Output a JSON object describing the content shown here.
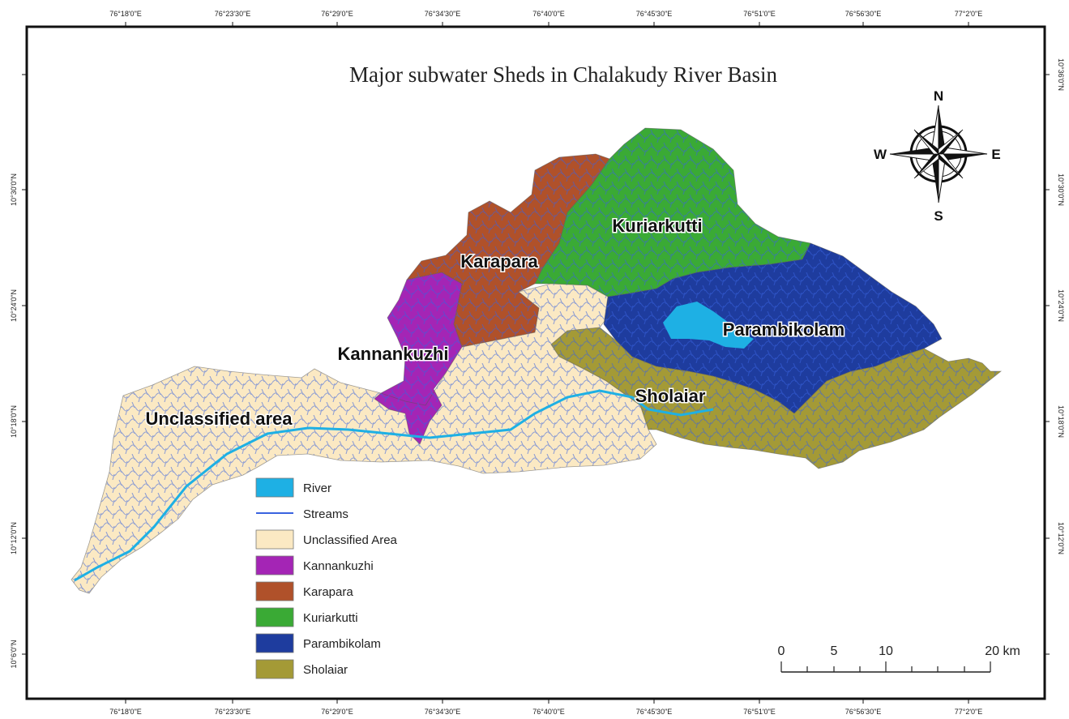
{
  "map": {
    "title": "Major subwater Sheds in Chalakudy River Basin",
    "lon_ticks": [
      "76°18'0\"E",
      "76°23'30\"E",
      "76°29'0\"E",
      "76°34'30\"E",
      "76°40'0\"E",
      "76°45'30\"E",
      "76°51'0\"E",
      "76°56'30\"E",
      "77°2'0\"E"
    ],
    "lat_ticks": [
      "10°36'0\"N",
      "10°30'0\"N",
      "10°24'0\"N",
      "10°18'0\"N",
      "10°12'0\"N",
      "10°6'0\"N"
    ],
    "region_labels": {
      "unclassified": "Unclassified area",
      "kannankuzhi": "Kannankuzhi",
      "karapara": "Karapara",
      "kuriarkutti": "Kuriarkutti",
      "parambikolam": "Parambikolam",
      "sholaiar": "Sholaiar"
    },
    "colors": {
      "unclassified": "#fbe9c3",
      "kannankuzhi": "#a425b5",
      "karapara": "#b0512a",
      "kuriarkutti": "#3aaa35",
      "parambikolam": "#1e3c9e",
      "sholaiar": "#a49a36",
      "river": "#1eb0e4",
      "streams": "#3a63e0"
    }
  },
  "compass": {
    "n": "N",
    "s": "S",
    "e": "E",
    "w": "W"
  },
  "legend": {
    "items": [
      {
        "key": "river",
        "label": "River",
        "icon": "rect-swatch"
      },
      {
        "key": "streams",
        "label": "Streams",
        "icon": "line-swatch"
      },
      {
        "key": "unclassified",
        "label": "Unclassified Area",
        "icon": "rect-swatch"
      },
      {
        "key": "kannankuzhi",
        "label": "Kannankuzhi",
        "icon": "rect-swatch"
      },
      {
        "key": "karapara",
        "label": "Karapara",
        "icon": "rect-swatch"
      },
      {
        "key": "kuriarkutti",
        "label": "Kuriarkutti",
        "icon": "rect-swatch"
      },
      {
        "key": "parambikolam",
        "label": "Parambikolam",
        "icon": "rect-swatch"
      },
      {
        "key": "sholaiar",
        "label": "Sholaiar",
        "icon": "rect-swatch"
      }
    ]
  },
  "scale_bar": {
    "labels": [
      "0",
      "5",
      "10",
      "20 km"
    ]
  }
}
